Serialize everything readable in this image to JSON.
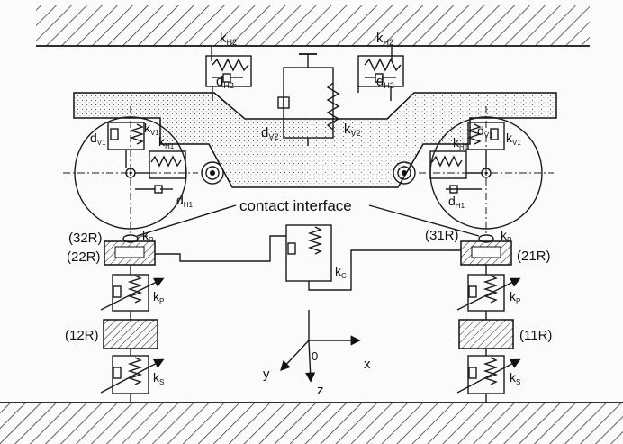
{
  "labels": {
    "kH2_left": "k",
    "kH2_left_sub": "H2",
    "kH2_right": "k",
    "kH2_right_sub": "H2",
    "dH2_left": "d",
    "dH2_left_sub": "H2",
    "dH2_right": "d",
    "dH2_right_sub": "H2",
    "dV2": "d",
    "dV2_sub": "V2",
    "kV2": "k",
    "kV2_sub": "V2",
    "dV1_left": "d",
    "dV1_left_sub": "V1",
    "kV1_left": "k",
    "kV1_left_sub": "V1",
    "kH1_left": "k",
    "kH1_left_sub": "H1",
    "dH1_left": "d",
    "dH1_left_sub": "H1",
    "dV1_right": "d",
    "dV1_right_sub": "V1",
    "kV1_right": "k",
    "kV1_right_sub": "V1",
    "kH1_right": "k",
    "kH1_right_sub": "H1",
    "dH1_right": "d",
    "dH1_right_sub": "H1",
    "contact_interface": "contact interface",
    "node_32R": "(32R)",
    "node_22R": "(22R)",
    "node_31R": "(31R)",
    "node_21R": "(21R)",
    "node_12R": "(12R)",
    "node_11R": "(11R)",
    "kR_left": "k",
    "kR_left_sub": "R",
    "kR_right": "k",
    "kR_right_sub": "R",
    "kC": "k",
    "kC_sub": "C",
    "kP_left": "k",
    "kP_left_sub": "P",
    "kP_right": "k",
    "kP_right_sub": "P",
    "kS_left": "k",
    "kS_left_sub": "S",
    "kS_right": "k",
    "kS_right_sub": "S",
    "axis_x": "x",
    "axis_y": "y",
    "axis_z": "z",
    "origin": "0"
  }
}
